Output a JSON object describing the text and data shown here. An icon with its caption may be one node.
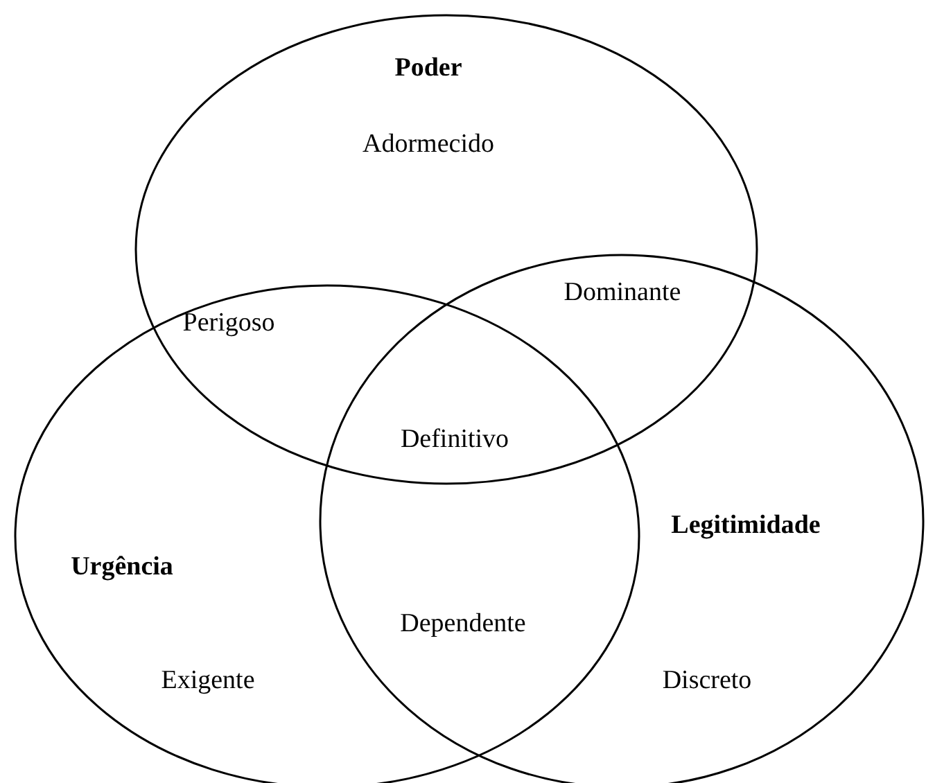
{
  "diagram": {
    "nodes": [
      {
        "text": [
          "Poder",
          "Adormecido"
        ]
      },
      {
        "text": [
          "Urgência",
          "Exigente"
        ]
      },
      {
        "text": [
          "Legitimidade",
          "Discreto"
        ]
      }
    ],
    "labels": [
      "Perigoso",
      "Dominante",
      "Definitivo",
      "Dependente"
    ]
  }
}
